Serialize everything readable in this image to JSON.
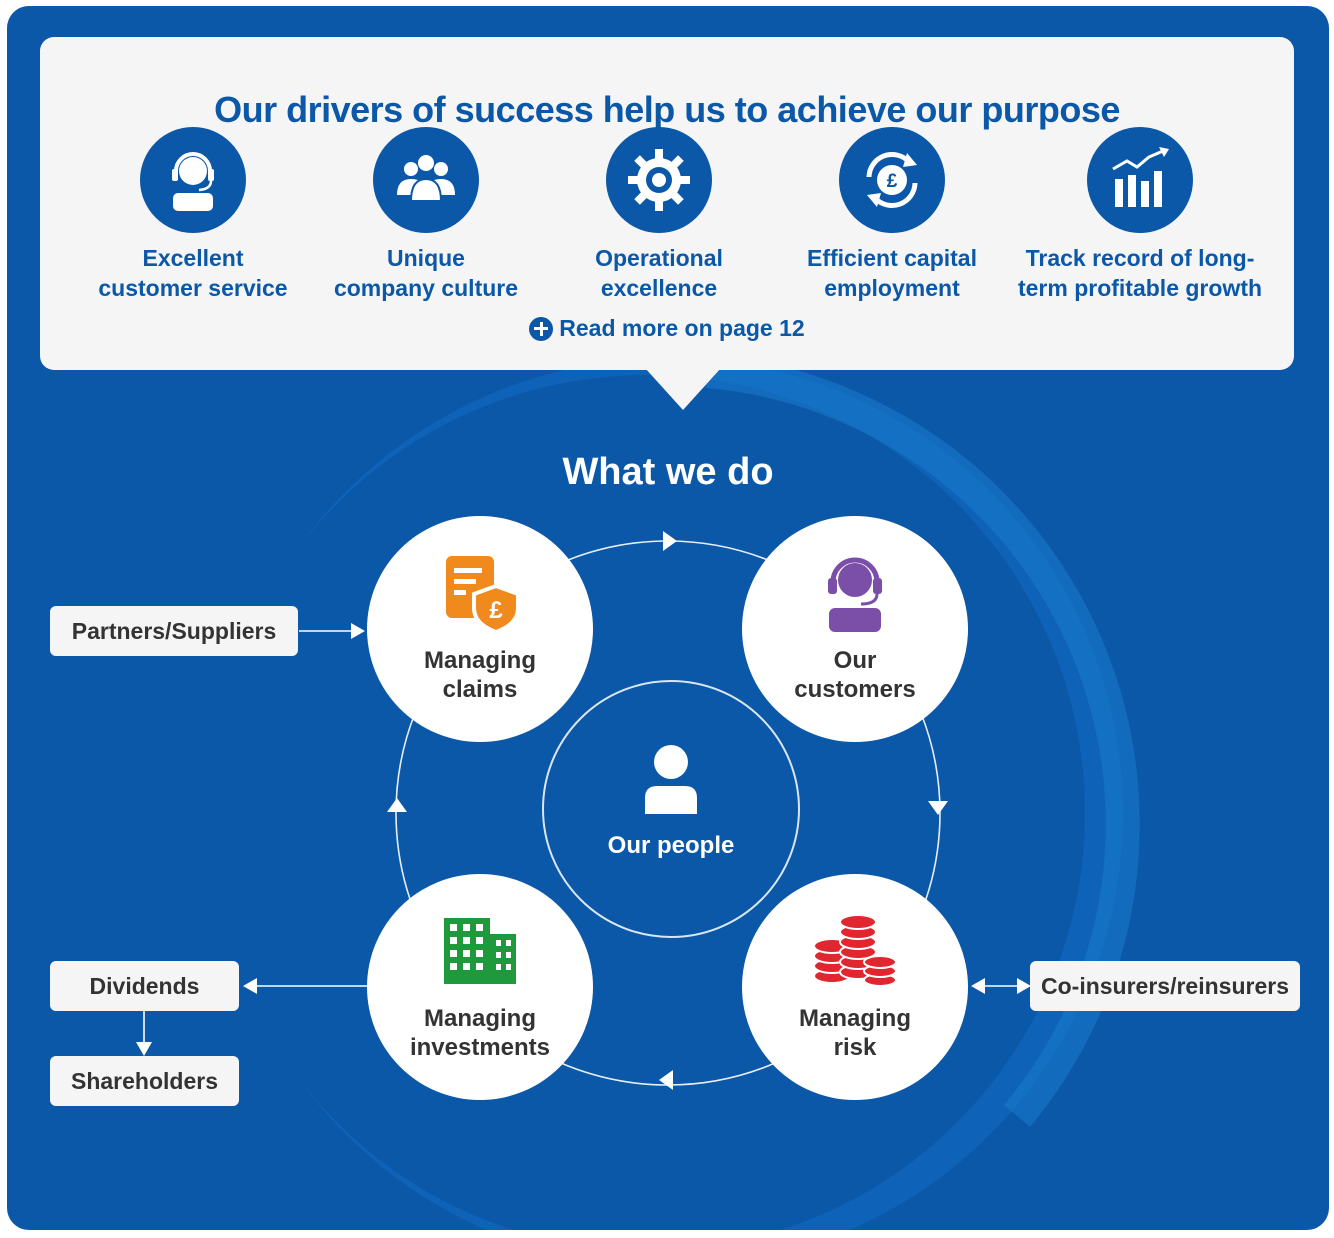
{
  "drivers_section": {
    "title": "Our drivers of success help us to achieve our purpose",
    "drivers": [
      {
        "label_line1": "Excellent",
        "label_line2": "customer service",
        "icon": "headset-agent-icon"
      },
      {
        "label_line1": "Unique",
        "label_line2": "company culture",
        "icon": "team-group-icon"
      },
      {
        "label_line1": "Operational",
        "label_line2": "excellence",
        "icon": "gear-icon"
      },
      {
        "label_line1": "Efficient capital",
        "label_line2": "employment",
        "icon": "pound-cycle-icon"
      },
      {
        "label_line1": "Track record of long-",
        "label_line2": "term profitable growth",
        "icon": "growth-chart-icon"
      }
    ],
    "read_more": "Read more on page 12"
  },
  "what_we_do": {
    "title": "What we do",
    "nodes": {
      "claims": {
        "line1": "Managing",
        "line2": "claims",
        "icon": "claims-document-pound-icon",
        "color": "#f08a1c"
      },
      "customers": {
        "line1": "Our",
        "line2": "customers",
        "icon": "customer-headset-icon",
        "color": "#7b4fa8"
      },
      "risk": {
        "line1": "Managing",
        "line2": "risk",
        "icon": "coin-stacks-icon",
        "color": "#e0262f"
      },
      "investments": {
        "line1": "Managing",
        "line2": "investments",
        "icon": "office-buildings-icon",
        "color": "#1e9a3c"
      }
    },
    "center": {
      "label": "Our people",
      "icon": "person-icon"
    }
  },
  "side_boxes": {
    "partners": "Partners/Suppliers",
    "dividends": "Dividends",
    "shareholders": "Shareholders",
    "coinsurers": "Co-insurers/reinsurers"
  },
  "colors": {
    "brand_blue": "#0b57a8",
    "card_bg": "#f5f5f5",
    "text_dark": "#333333"
  }
}
